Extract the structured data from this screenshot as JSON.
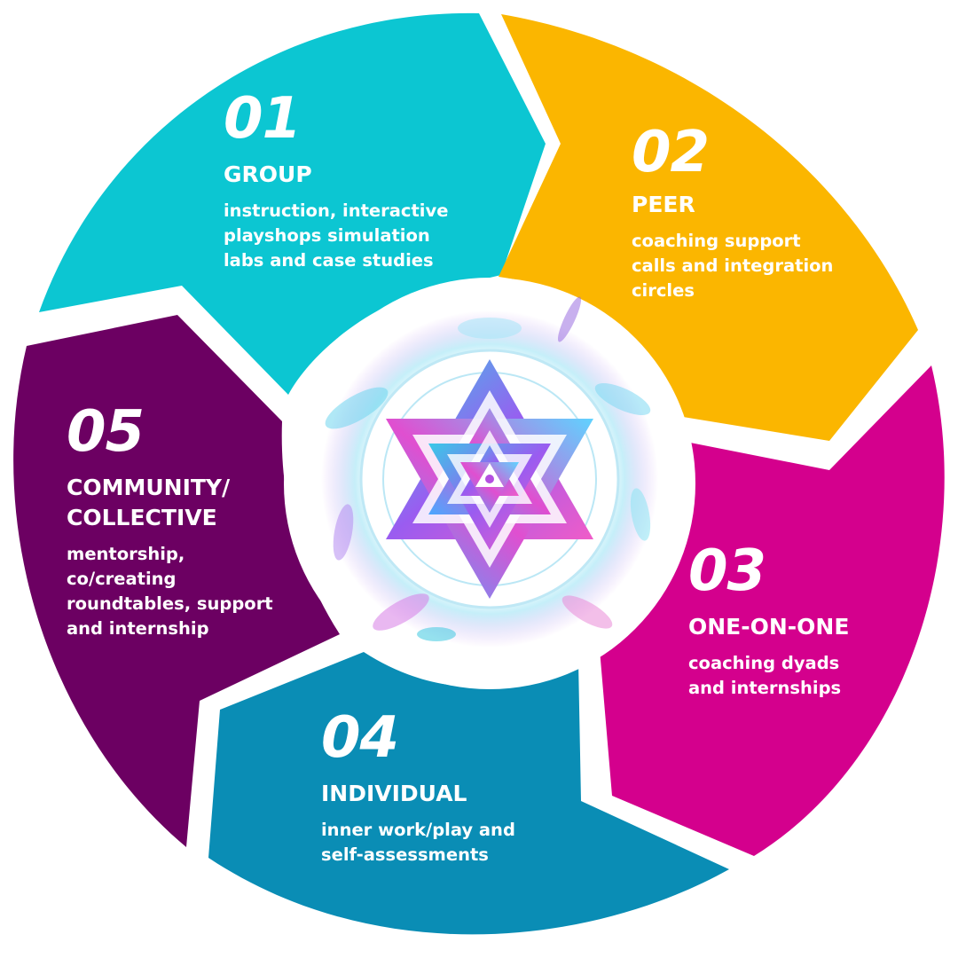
{
  "colors": {
    "group": "#0cc6d2",
    "peer": "#fbb600",
    "one_on_one": "#d4008d",
    "individual": "#0a8db5",
    "community": "#6c0062",
    "center_bg": "#ffffff"
  },
  "icons": {
    "center": "sri-yantra-mandala-icon"
  },
  "segments": {
    "group": {
      "number": "01",
      "title": "GROUP",
      "description": "instruction, interactive\nplayshops simulation\nlabs and case studies"
    },
    "peer": {
      "number": "02",
      "title": "PEER",
      "description": "coaching support\ncalls and integration\ncircles"
    },
    "one_on_one": {
      "number": "03",
      "title": "ONE-ON-ONE",
      "description": "coaching dyads\nand internships"
    },
    "individual": {
      "number": "04",
      "title": "INDIVIDUAL",
      "description": "inner work/play and\nself-assessments"
    },
    "community": {
      "number": "05",
      "title": "COMMUNITY/\nCOLLECTIVE",
      "description": "mentorship,\nco/creating\nroundtables, support\nand internship"
    }
  }
}
